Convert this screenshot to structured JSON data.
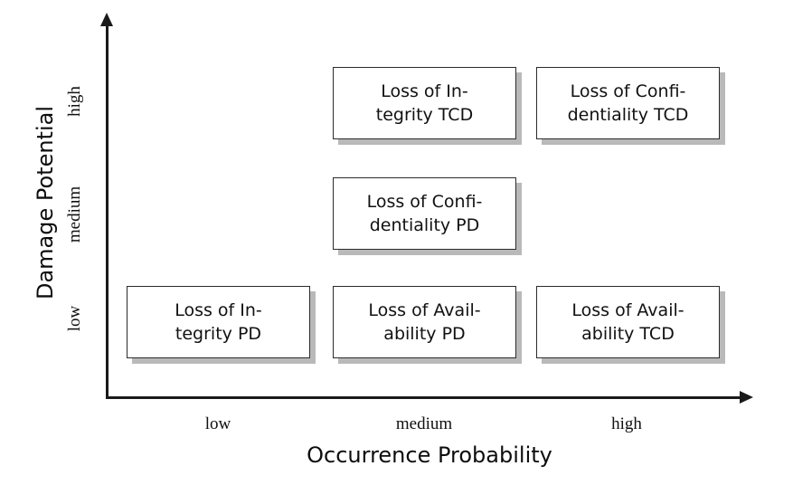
{
  "chart_data": {
    "type": "heatmap",
    "title": "",
    "xlabel": "Occurrence Probability",
    "ylabel": "Damage Potential",
    "categories_x": [
      "low",
      "medium",
      "high"
    ],
    "categories_y": [
      "low",
      "medium",
      "high"
    ],
    "grid": false,
    "legend": "none",
    "cells": [
      {
        "x": "low",
        "y": "low",
        "label": "Loss of In-\ntegrity PD"
      },
      {
        "x": "medium",
        "y": "low",
        "label": "Loss of Avail-\nability PD"
      },
      {
        "x": "high",
        "y": "low",
        "label": "Loss of Avail-\nability TCD"
      },
      {
        "x": "medium",
        "y": "medium",
        "label": "Loss of Confi-\ndentiality PD"
      },
      {
        "x": "medium",
        "y": "high",
        "label": "Loss of In-\ntegrity TCD"
      },
      {
        "x": "high",
        "y": "high",
        "label": "Loss of Confi-\ndentiality TCD"
      }
    ],
    "empty_cells": [
      {
        "x": "low",
        "y": "medium"
      },
      {
        "x": "low",
        "y": "high"
      },
      {
        "x": "high",
        "y": "medium"
      }
    ]
  },
  "axes": {
    "y": {
      "title": "Damage Potential",
      "ticks": [
        {
          "label": "high"
        },
        {
          "label": "medium"
        },
        {
          "label": "low"
        }
      ]
    },
    "x": {
      "title": "Occurrence Probability",
      "ticks": [
        {
          "label": "low"
        },
        {
          "label": "medium"
        },
        {
          "label": "high"
        }
      ]
    }
  },
  "boxes": [
    {
      "text": "Loss of In-\ntegrity TCD"
    },
    {
      "text": "Loss of Confi-\ndentiality TCD"
    },
    {
      "text": "Loss of Confi-\ndentiality PD"
    },
    {
      "text": "Loss of In-\ntegrity PD"
    },
    {
      "text": "Loss of Avail-\nability PD"
    },
    {
      "text": "Loss of Avail-\nability TCD"
    }
  ],
  "colors": {
    "axis": "#1a1a1a",
    "box_border": "#2b2b2b",
    "box_fill": "#ffffff",
    "box_shadow": "#b9b9b9",
    "text": "#111111",
    "background": "#ffffff"
  }
}
